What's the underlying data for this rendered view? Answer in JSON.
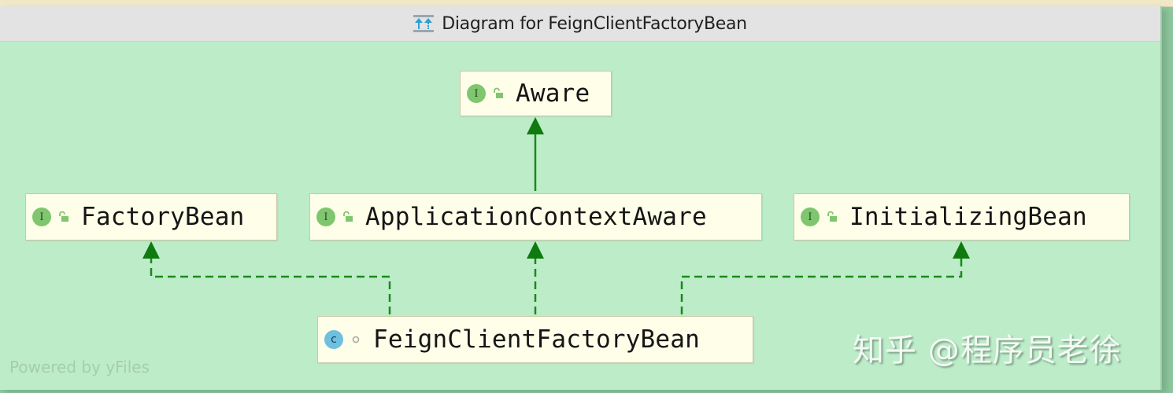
{
  "window": {
    "title": "Diagram for FeignClientFactoryBean",
    "title_icon": "class-hierarchy-diagram-icon"
  },
  "colors": {
    "canvas_bg": "#bdecc9",
    "node_bg": "#fefee9",
    "edge": "#1a8a1a",
    "interface_badge": "#7fc66e",
    "class_badge": "#6fc0df"
  },
  "nodes": [
    {
      "id": "aware",
      "label": "Aware",
      "kind": "interface",
      "badge": "I",
      "visibility": "public"
    },
    {
      "id": "factorybean",
      "label": "FactoryBean",
      "kind": "interface",
      "badge": "I",
      "visibility": "public"
    },
    {
      "id": "appctxaware",
      "label": "ApplicationContextAware",
      "kind": "interface",
      "badge": "I",
      "visibility": "public"
    },
    {
      "id": "initbean",
      "label": "InitializingBean",
      "kind": "interface",
      "badge": "I",
      "visibility": "public"
    },
    {
      "id": "feign",
      "label": "FeignClientFactoryBean",
      "kind": "class",
      "badge": "c",
      "visibility": "package-private"
    }
  ],
  "edges": [
    {
      "from": "appctxaware",
      "to": "aware",
      "type": "extends",
      "style": "solid"
    },
    {
      "from": "feign",
      "to": "factorybean",
      "type": "implements",
      "style": "dashed"
    },
    {
      "from": "feign",
      "to": "appctxaware",
      "type": "implements",
      "style": "dashed"
    },
    {
      "from": "feign",
      "to": "initbean",
      "type": "implements",
      "style": "dashed"
    }
  ],
  "footer": {
    "powered_by": "Powered by yFiles"
  },
  "watermark": {
    "text": "知乎 @程序员老徐"
  }
}
